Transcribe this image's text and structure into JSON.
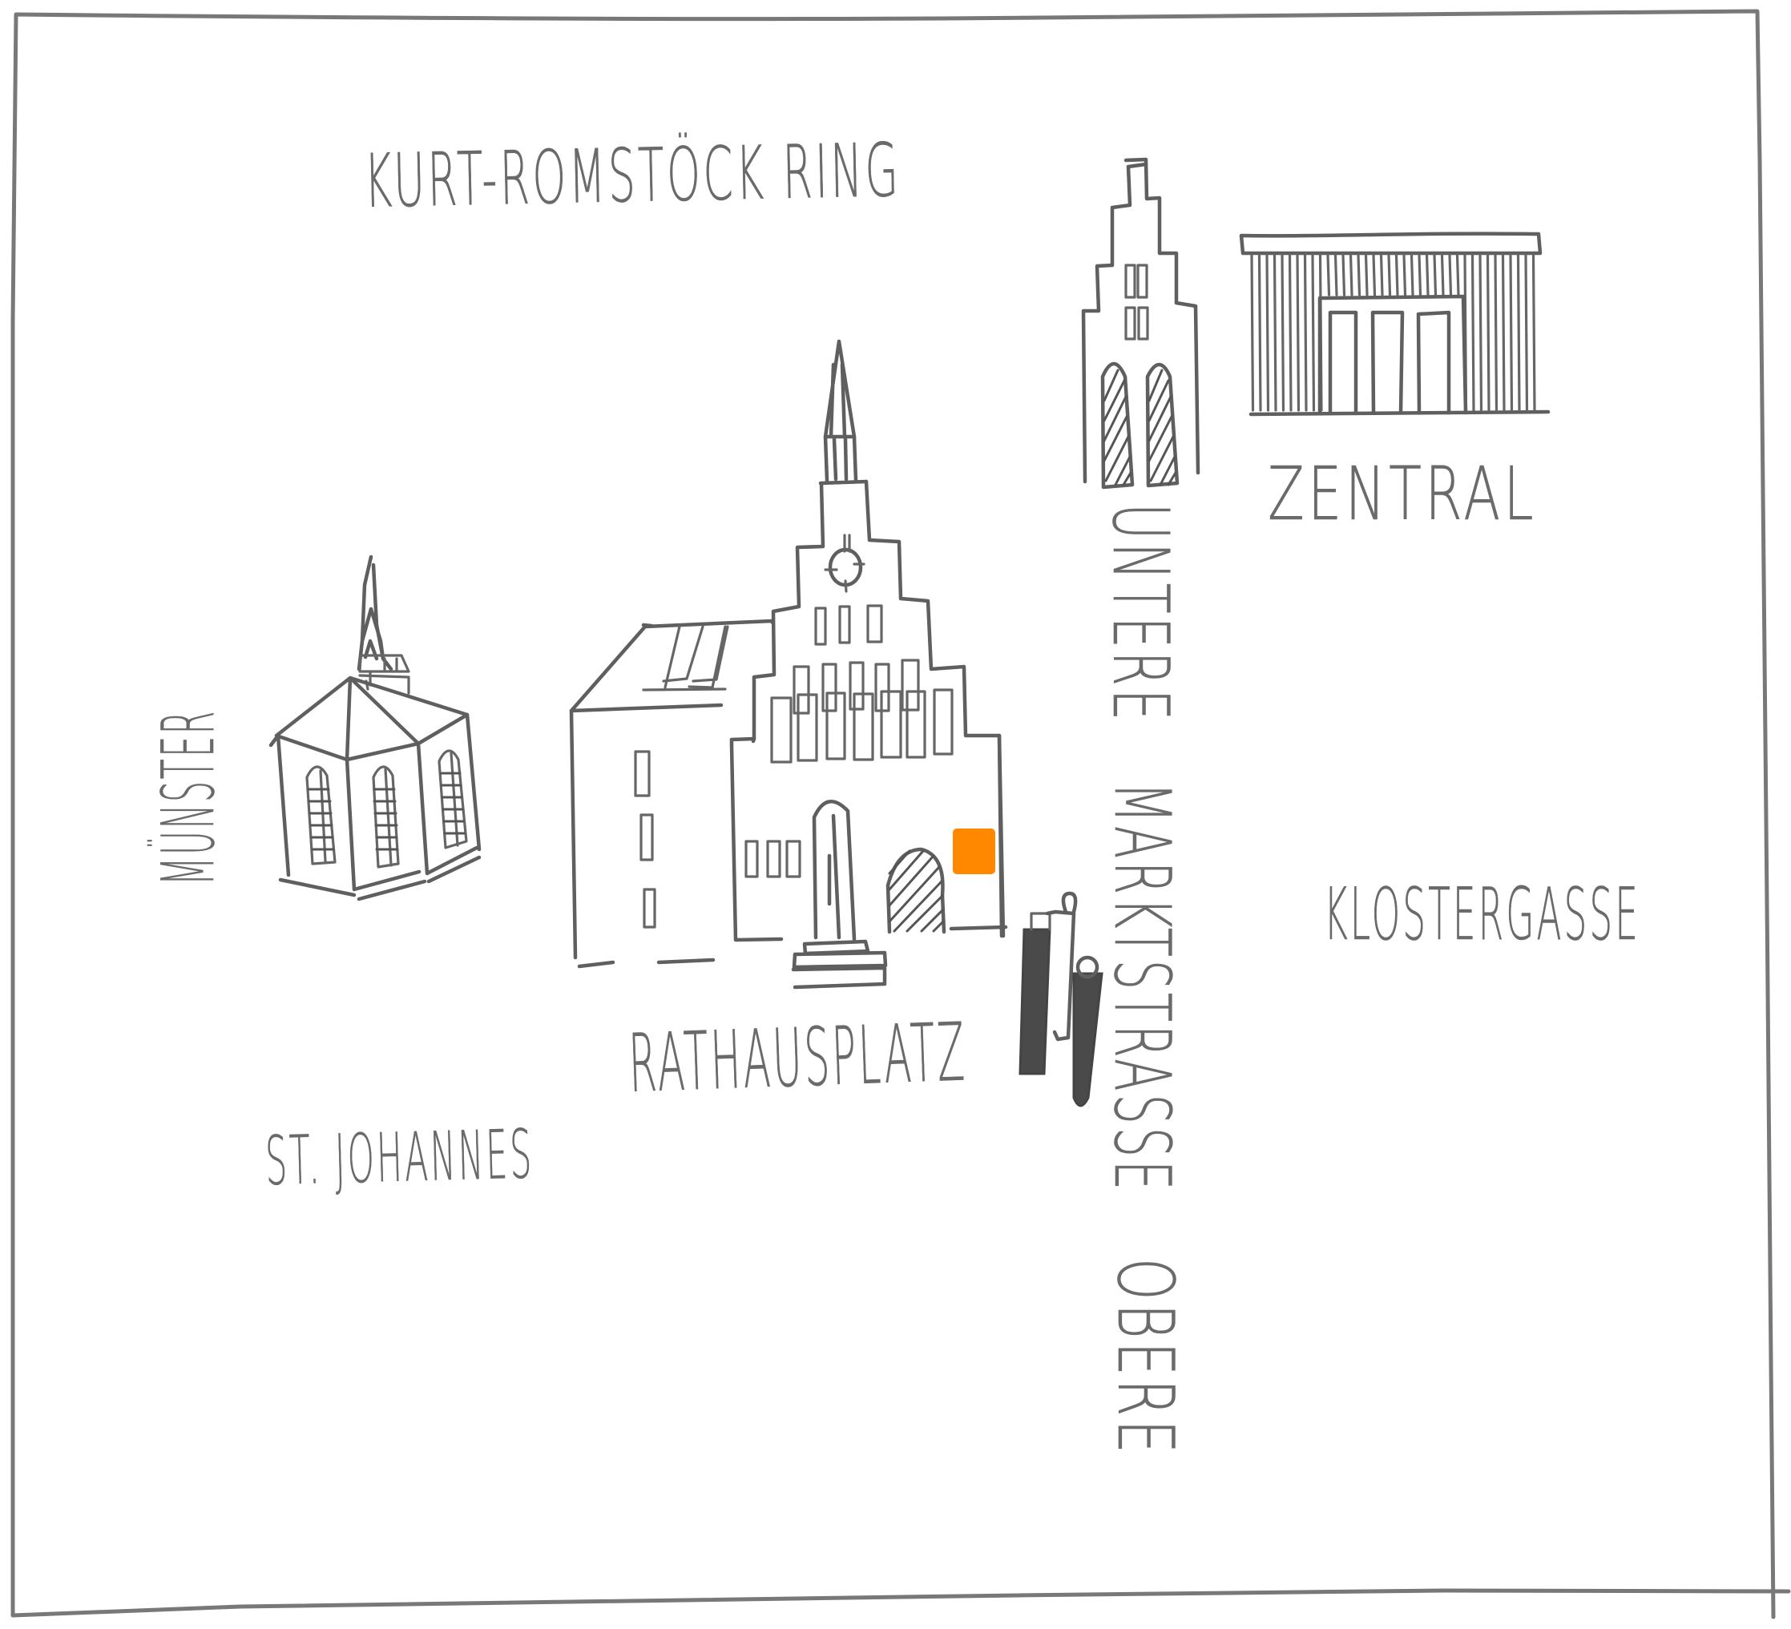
{
  "map": {
    "title": "Hand-drawn town centre map",
    "streets": {
      "north_ring": "KURT-ROMSTÖCK RING",
      "lower_market_prefix": "UNTERE",
      "market_street": "MARKTSTRASSE",
      "upper_market_prefix": "OBERE",
      "monastery_lane": "KLOSTERGASSE",
      "minster": "MÜNSTER"
    },
    "places": {
      "church": "ST. JOHANNES",
      "town_hall_square": "RATHAUSPLATZ",
      "central": "ZENTRAL"
    },
    "landmarks": [
      {
        "id": "st-johannes-church",
        "type": "church"
      },
      {
        "id": "town-hall",
        "type": "town-hall"
      },
      {
        "id": "gabled-house",
        "type": "building"
      },
      {
        "id": "zentral-building",
        "type": "building"
      },
      {
        "id": "fountain-figures",
        "type": "sculpture"
      }
    ],
    "marker": {
      "label": "location marker",
      "color": "#ff8800"
    },
    "colors": {
      "ink": "#5f5f5f",
      "paper": "#ffffff",
      "accent": "#ff8800"
    }
  }
}
